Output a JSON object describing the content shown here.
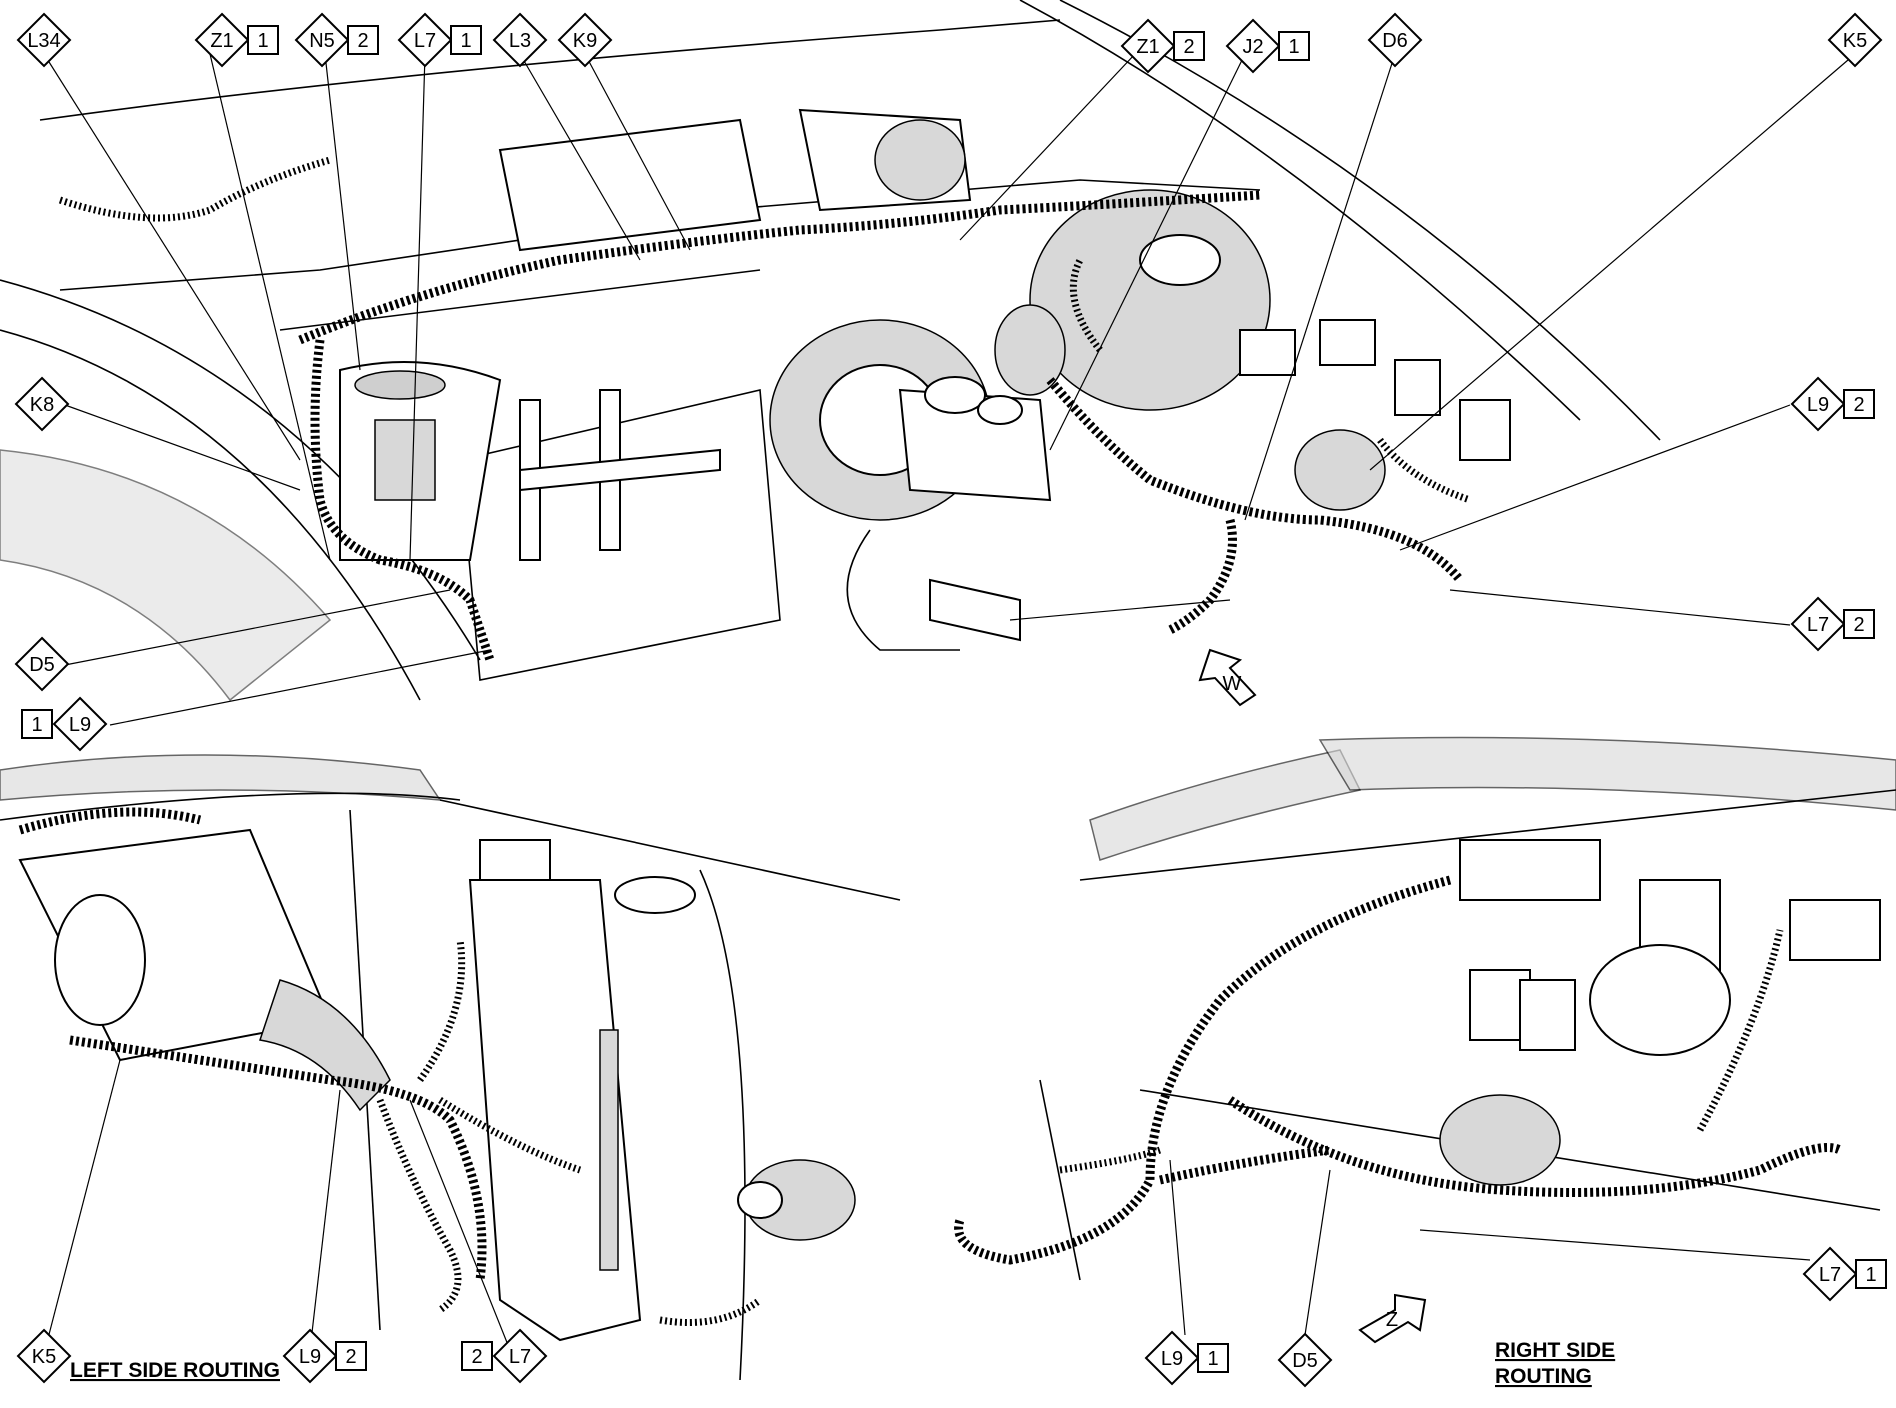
{
  "callouts": {
    "top_L34": "L34",
    "top_Z1": "Z1",
    "top_Z1_num": "1",
    "top_N5": "N5",
    "top_N5_num": "2",
    "top_L7": "L7",
    "top_L7_num": "1",
    "top_L3": "L3",
    "top_K9": "K9",
    "top_Z1b": "Z1",
    "top_Z1b_num": "2",
    "top_J2": "J2",
    "top_J2_num": "1",
    "top_D6": "D6",
    "top_K5": "K5",
    "top_K8": "K8",
    "top_L9r": "L9",
    "top_L9r_num": "2",
    "top_L7r": "L7",
    "top_L7r_num": "2",
    "top_D5": "D5",
    "top_L9l": "L9",
    "top_L9l_num": "1",
    "left_K5": "K5",
    "left_L9": "L9",
    "left_L9_num": "2",
    "left_L7": "L7",
    "left_L7_num": "2",
    "right_L9": "L9",
    "right_L9_num": "1",
    "right_D5": "D5",
    "right_L7": "L7",
    "right_L7_num": "1",
    "view_W": "W",
    "view_Z": "Z"
  },
  "captions": {
    "left_side": "LEFT SIDE ROUTING",
    "right_side_line1": "RIGHT SIDE",
    "right_side_line2": "ROUTING"
  }
}
